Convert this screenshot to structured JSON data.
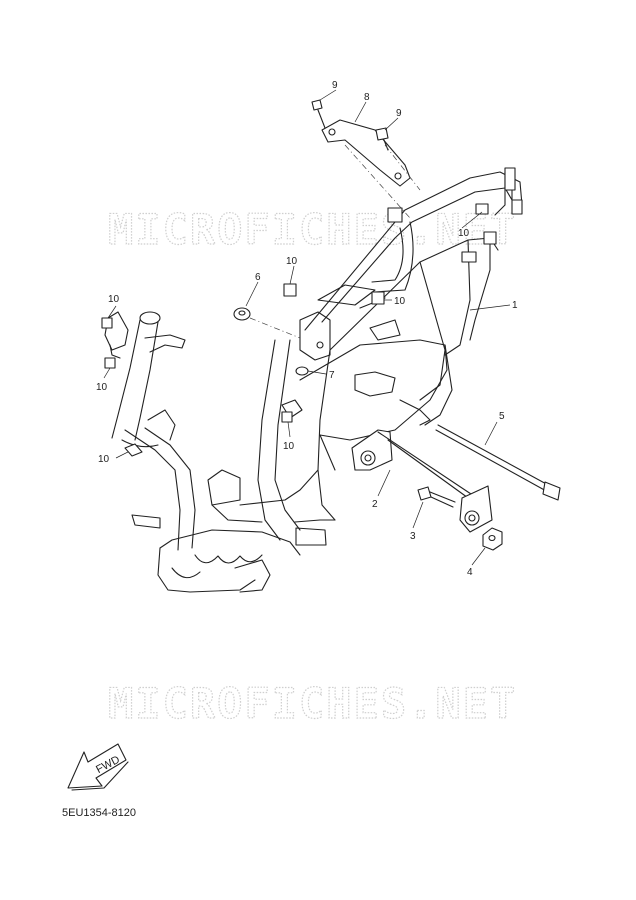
{
  "watermarks": [
    "MICROFICHES.NET",
    "MICROFICHES.NET"
  ],
  "callouts": {
    "c9a": "9",
    "c8": "8",
    "c9b": "9",
    "c10a": "10",
    "c10b": "10",
    "c10c": "10",
    "c10d": "10",
    "c10e": "10",
    "c10f": "10",
    "c10g": "10",
    "c6": "6",
    "c7": "7",
    "c1": "1",
    "c5": "5",
    "c2": "2",
    "c3": "3",
    "c4": "4"
  },
  "fwd_label": "FWD",
  "diagram_code": "5EU1354-8120"
}
